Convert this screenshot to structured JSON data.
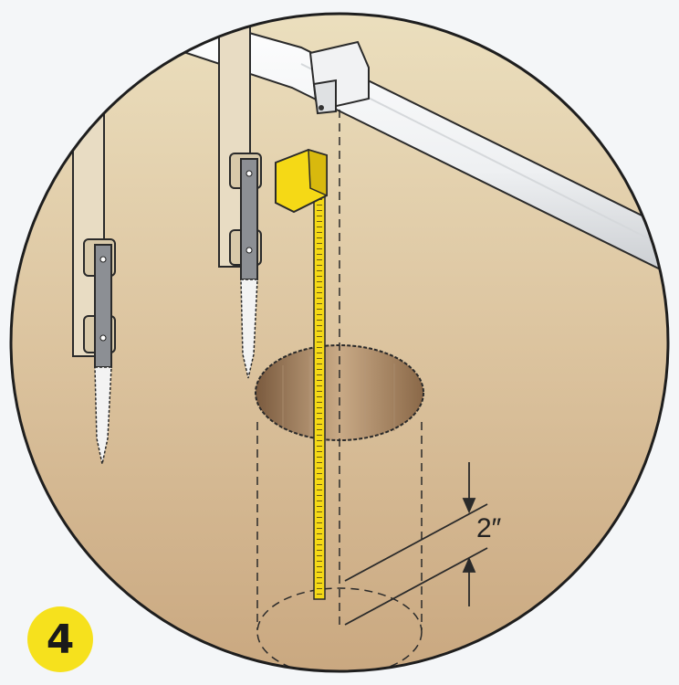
{
  "step": {
    "number": "4"
  },
  "dimension": {
    "label": "2″"
  },
  "colors": {
    "background_top": "#e9dcb9",
    "background_bottom": "#cfae86",
    "circle_border": "#1e1e1e",
    "tape": "#f5d916",
    "pipe": "#f3f4f5",
    "bracket": "#8c8f94",
    "step_badge": "#f6e11d"
  },
  "icons": {
    "pipe": "horizontal-pipe-with-tee-fitting",
    "hangers": "vertical-hanger-straps-with-brackets",
    "tape": "measuring-tape",
    "hole": "drilled-hole-in-ceiling"
  }
}
